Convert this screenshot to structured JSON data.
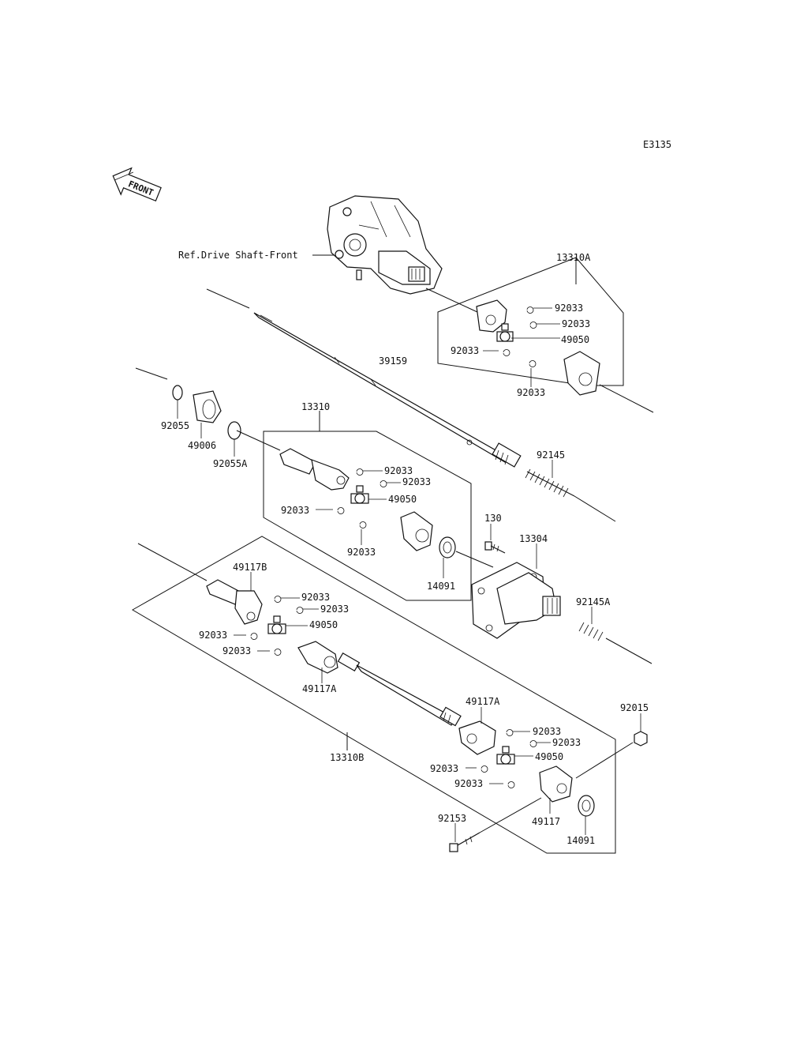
{
  "diagram_code": "E3135",
  "front_label": "FRONT",
  "ref_label": "Ref.Drive Shaft-Front",
  "parts": {
    "assy_13310A": "13310A",
    "assy_13310": "13310",
    "assy_13310B": "13310B",
    "p39159": "39159",
    "p92055": "92055",
    "p49006": "49006",
    "p92055A": "92055A",
    "p92145": "92145",
    "p130": "130",
    "p13304": "13304",
    "p14091_a": "14091",
    "p92145A": "92145A",
    "p49117B": "49117B",
    "p49117A_a": "49117A",
    "p49117A_b": "49117A",
    "p49117": "49117",
    "p92015": "92015",
    "p92153": "92153",
    "p14091_b": "14091",
    "p49050_a": "49050",
    "p49050_b": "49050",
    "p49050_c": "49050",
    "p49050_d": "49050",
    "p92033": "92033"
  }
}
